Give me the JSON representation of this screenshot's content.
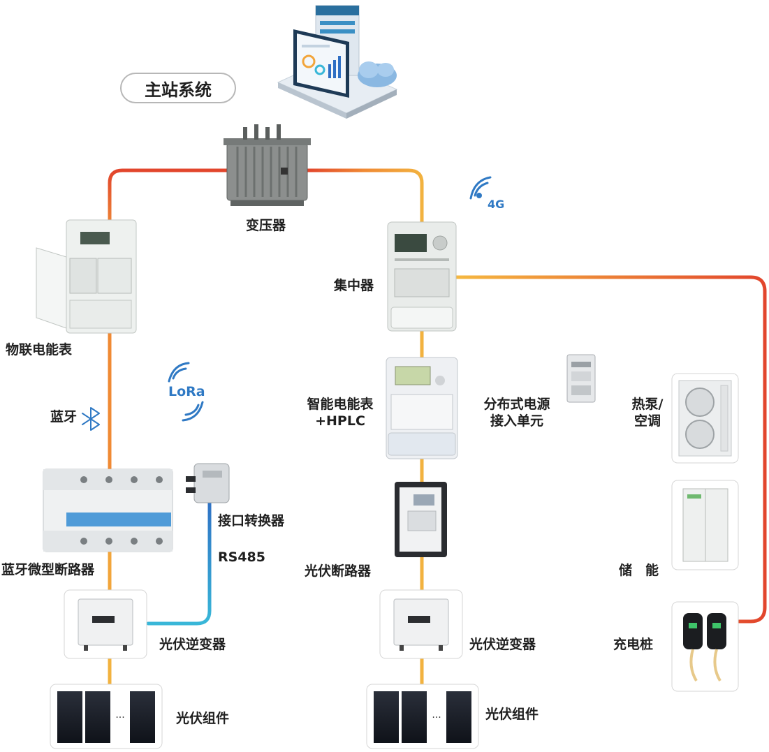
{
  "title": "主站系统",
  "labels": {
    "transformer": "变压器",
    "iot_meter": "物联电能表",
    "concentrator": "集中器",
    "bluetooth": "蓝牙",
    "smart_meter_line1": "智能电能表",
    "smart_meter_line2": "+HPLC",
    "dg_unit_line1": "分布式电源",
    "dg_unit_line2": "接入单元",
    "heat_pump_line1": "热泵/",
    "heat_pump_line2": "空调",
    "interface_converter": "接口转换器",
    "rs485": "RS485",
    "bt_breaker": "蓝牙微型断路器",
    "pv_breaker": "光伏断路器",
    "storage": "储　能",
    "pv_inverter_left": "光伏逆变器",
    "pv_inverter_right": "光伏逆变器",
    "charging_pile": "充电桩",
    "pv_module_left": "光伏组件",
    "pv_module_right": "光伏组件"
  },
  "tags": {
    "fourg": "4G",
    "lora": "LoRa"
  },
  "panel_ellipsis": "···",
  "colors": {
    "line_orange": "#f0a23a",
    "line_red": "#e2452c",
    "line_blue": "#2f6fc4",
    "line_cyan": "#39b7d8",
    "accent_blue": "#2f79c4"
  }
}
